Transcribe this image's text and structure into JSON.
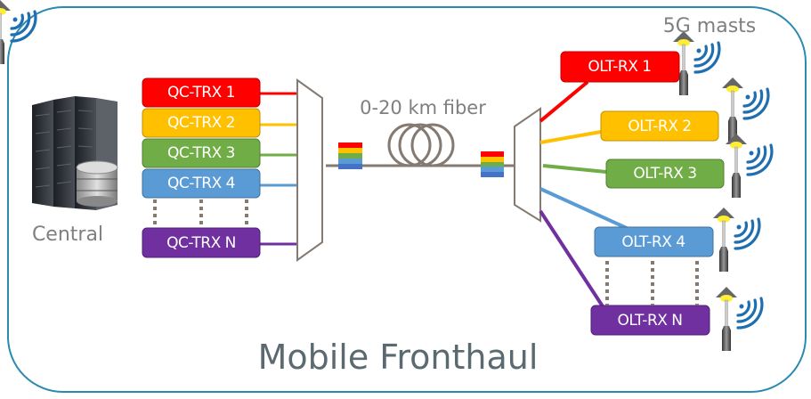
{
  "title": "Mobile Fronthaul",
  "central_label": "Central",
  "fiber_label": "0-20 km fiber",
  "masts_label": "5G masts",
  "colors": {
    "border": "#2a8ab0",
    "red": "#ff0000",
    "yellow": "#ffc000",
    "green": "#70ad47",
    "blue": "#5b9bd5",
    "purple": "#7030a0",
    "mux": "#857a72"
  },
  "transmitters": [
    {
      "label": "QC-TRX 1",
      "color": "#ff0000"
    },
    {
      "label": "QC-TRX 2",
      "color": "#ffc000"
    },
    {
      "label": "QC-TRX 3",
      "color": "#70ad47"
    },
    {
      "label": "QC-TRX 4",
      "color": "#5b9bd5"
    },
    {
      "label": "QC-TRX N",
      "color": "#7030a0"
    }
  ],
  "receivers": [
    {
      "label": "OLT-RX 1",
      "color": "#ff0000"
    },
    {
      "label": "OLT-RX 2",
      "color": "#ffc000"
    },
    {
      "label": "OLT-RX 3",
      "color": "#70ad47"
    },
    {
      "label": "OLT-RX 4",
      "color": "#5b9bd5"
    },
    {
      "label": "OLT-RX N",
      "color": "#7030a0"
    }
  ]
}
